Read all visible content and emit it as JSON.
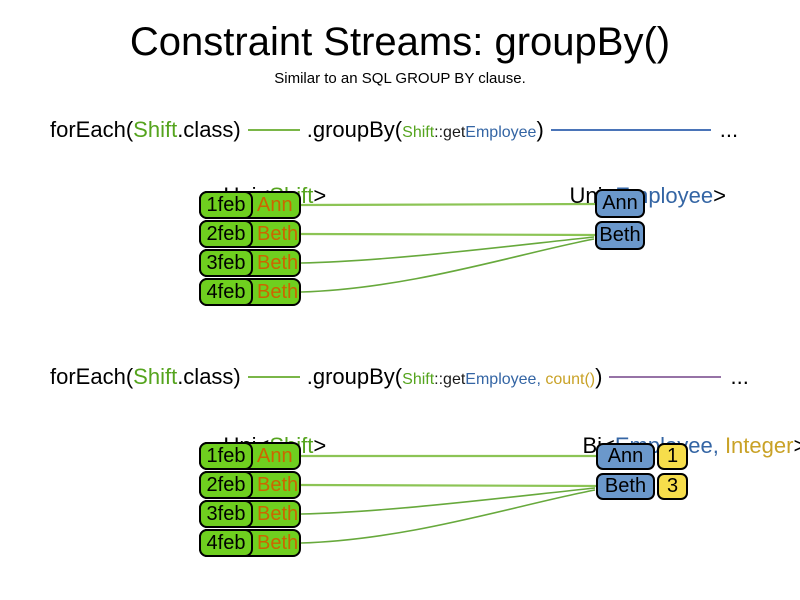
{
  "slide": {
    "title": "Constraint Streams: groupBy()",
    "subtitle": "Similar to an SQL GROUP BY clause."
  },
  "colors": {
    "shift_green_text": "#55A41E",
    "employee_blue_text": "#3465A4",
    "integer_gold_text": "#C9A227",
    "box_green": "#6FCF1F",
    "box_blue": "#6B98CB",
    "box_yellow": "#F6DD4B",
    "name_orange": "#CC6600",
    "code_line_green": "#7AB648",
    "code_line_blue": "#4A74B8",
    "code_line_purple": "#9673A6",
    "link_green": "#8CC455"
  },
  "section1": {
    "code": {
      "foreach": "forEach(",
      "shift": "Shift",
      "class_suffix": ".class)",
      "groupby": ".groupBy(",
      "arg_shift": "Shift",
      "arg_getter": "::get",
      "arg_employee": "Employee",
      "close": ")",
      "ellipsis": "..."
    },
    "source_label": {
      "pre": "Uni<",
      "type": "Shift",
      "post": ">"
    },
    "result_label": {
      "pre": "Uni<",
      "type": "Employee",
      "post": ">"
    },
    "shifts": [
      {
        "date": "1feb",
        "employee": "Ann"
      },
      {
        "date": "2feb",
        "employee": "Beth"
      },
      {
        "date": "3feb",
        "employee": "Beth"
      },
      {
        "date": "4feb",
        "employee": "Beth"
      }
    ],
    "groups": [
      {
        "employee": "Ann"
      },
      {
        "employee": "Beth"
      }
    ]
  },
  "section2": {
    "code": {
      "foreach": "forEach(",
      "shift": "Shift",
      "class_suffix": ".class)",
      "groupby": ".groupBy(",
      "arg_shift": "Shift",
      "arg_getter": "::get",
      "arg_employee": "Employee,",
      "arg_count": " count()",
      "close": ")",
      "ellipsis": "..."
    },
    "source_label": {
      "pre": "Uni<",
      "type": "Shift",
      "post": ">"
    },
    "result_label": {
      "pre": "Bi<",
      "type_a": "Employee,",
      "type_b": " Integer",
      "post": ">"
    },
    "shifts": [
      {
        "date": "1feb",
        "employee": "Ann"
      },
      {
        "date": "2feb",
        "employee": "Beth"
      },
      {
        "date": "3feb",
        "employee": "Beth"
      },
      {
        "date": "4feb",
        "employee": "Beth"
      }
    ],
    "groups": [
      {
        "employee": "Ann",
        "count": "1"
      },
      {
        "employee": "Beth",
        "count": "3"
      }
    ]
  }
}
